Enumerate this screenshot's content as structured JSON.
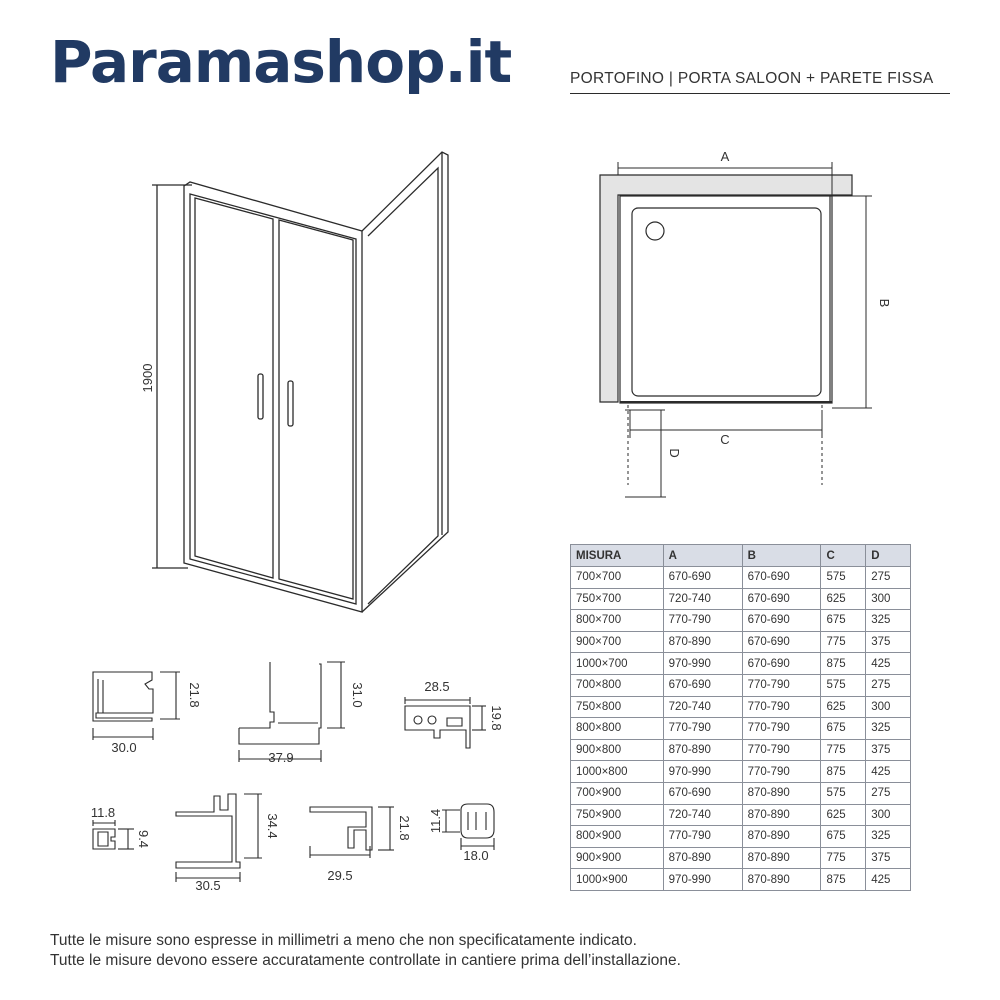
{
  "header": {
    "brand": "Paramashop.it",
    "product": "PORTOFINO | PORTA SALOON + PARETE FISSA"
  },
  "front_view": {
    "height_label": "1900"
  },
  "plan_view": {
    "label_a": "A",
    "label_b": "B",
    "label_c": "C",
    "label_d": "D"
  },
  "profiles": [
    {
      "id": "profile-1",
      "dims": [
        "21.8",
        "30.0"
      ]
    },
    {
      "id": "profile-2",
      "dims": [
        "31.0",
        "37.9"
      ]
    },
    {
      "id": "profile-3",
      "dims": [
        "28.5",
        "19.8"
      ]
    },
    {
      "id": "profile-4",
      "dims": [
        "11.8",
        "9.4"
      ]
    },
    {
      "id": "profile-5",
      "dims": [
        "34.4",
        "30.5"
      ]
    },
    {
      "id": "profile-6",
      "dims": [
        "21.8",
        "29.5"
      ]
    },
    {
      "id": "profile-7",
      "dims": [
        "11.4",
        "18.0"
      ]
    }
  ],
  "table": {
    "headers": [
      "MISURA",
      "A",
      "B",
      "C",
      "D"
    ],
    "rows": [
      [
        "700×700",
        "670-690",
        "670-690",
        "575",
        "275"
      ],
      [
        "750×700",
        "720-740",
        "670-690",
        "625",
        "300"
      ],
      [
        "800×700",
        "770-790",
        "670-690",
        "675",
        "325"
      ],
      [
        "900×700",
        "870-890",
        "670-690",
        "775",
        "375"
      ],
      [
        "1000×700",
        "970-990",
        "670-690",
        "875",
        "425"
      ],
      [
        "700×800",
        "670-690",
        "770-790",
        "575",
        "275"
      ],
      [
        "750×800",
        "720-740",
        "770-790",
        "625",
        "300"
      ],
      [
        "800×800",
        "770-790",
        "770-790",
        "675",
        "325"
      ],
      [
        "900×800",
        "870-890",
        "770-790",
        "775",
        "375"
      ],
      [
        "1000×800",
        "970-990",
        "770-790",
        "875",
        "425"
      ],
      [
        "700×900",
        "670-690",
        "870-890",
        "575",
        "275"
      ],
      [
        "750×900",
        "720-740",
        "870-890",
        "625",
        "300"
      ],
      [
        "800×900",
        "770-790",
        "870-890",
        "675",
        "325"
      ],
      [
        "900×900",
        "870-890",
        "870-890",
        "775",
        "375"
      ],
      [
        "1000×900",
        "970-990",
        "870-890",
        "875",
        "425"
      ]
    ]
  },
  "notes": [
    "Tutte le misure sono espresse in millimetri a meno che non specificatamente indicato.",
    "Tutte le misure devono essere accuratamente controllate in cantiere prima dell’installazione."
  ],
  "colors": {
    "brand": "#213a63",
    "line": "#2b2b2b",
    "table_header": "#d9dde6",
    "wall": "#e4e4e4"
  }
}
